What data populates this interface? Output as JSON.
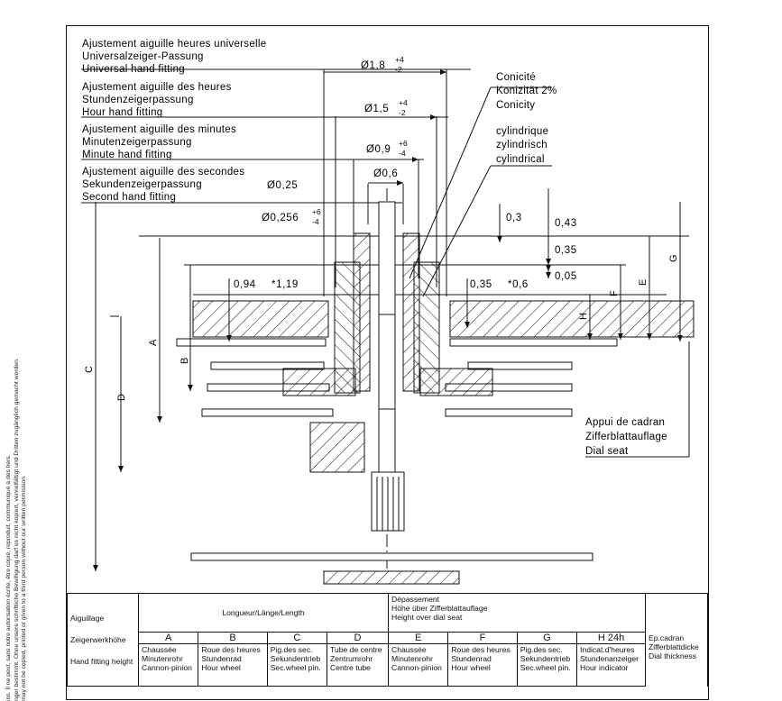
{
  "side_note": [
    "ins. Il ne peut, sans notre autorisation écrite, être copié, reproduit, communiqué à des tiers.",
    "nger bestimmt. Ohne unsere schriftliche Bewilligung darf es nicht kopiert, vervielfältigt und Dritten zugänglich gemacht werden.",
    "may not be copied, printed or given to a third person without our written permission."
  ],
  "fittings": [
    {
      "lines": [
        "Ajustement aiguille heures universelle",
        "Universalzeiger-Passung",
        "Universal hand fitting"
      ],
      "dim_prefix": "Ø1,8",
      "dim_sup": "+4",
      "dim_sub": "-2"
    },
    {
      "lines": [
        "Ajustement aiguille des heures",
        "Stundenzeigerpassung",
        "Hour hand fitting"
      ],
      "dim_prefix": "Ø1,5",
      "dim_sup": "+4",
      "dim_sub": "-2"
    },
    {
      "lines": [
        "Ajustement aiguille des minutes",
        "Minutenzeigerpassung",
        "Minute hand fitting"
      ],
      "dim_prefix": "Ø0,9",
      "dim_sup": "+6",
      "dim_sub": "-4"
    },
    {
      "lines": [
        "Ajustement aiguille des secondes",
        "Sekundenzeigerpassung",
        "Second hand fitting"
      ],
      "dim_prefix": "Ø0,6",
      "dim_sup": "",
      "dim_sub": ""
    }
  ],
  "dims": {
    "d025": "Ø0,25",
    "d0256": "Ø0,256",
    "d0256_sup": "+6",
    "d0256_sub": "-4",
    "v03": "0,3",
    "v043": "0,43",
    "v035": "0,35",
    "v005": "0,05",
    "left_a": "0,94",
    "left_b": "*1,19",
    "right_a": "0,35",
    "right_b": "*0,6"
  },
  "conicity": [
    "Conicité",
    "Konizität 2%",
    "Conicity"
  ],
  "cylindrical": [
    "cylindrique",
    "zylindrisch",
    "cylindrical"
  ],
  "dial_seat": [
    "Appui de cadran",
    "Zifferblattauflage",
    "Dial seat"
  ],
  "axis_letters": {
    "A": "A",
    "B": "B",
    "C": "C",
    "D": "D",
    "E": "E",
    "F": "F",
    "G": "G",
    "H": "H"
  },
  "table": {
    "aiguillage": [
      "Aiguillage",
      "Zeigerwerkhöhe",
      "Hand fitting height"
    ],
    "length_header": "Longueur/Länge/Length",
    "overhang_header": [
      "Dépassement",
      "Höhe über Zifferblattauflage",
      "Height over dial seat"
    ],
    "columns": [
      {
        "code": "A",
        "desc": [
          "Chaussée",
          "Minutenrohr",
          "Cannon-pinion"
        ]
      },
      {
        "code": "B",
        "desc": [
          "Roue des heures",
          "Stundenrad",
          "Hour wheel"
        ]
      },
      {
        "code": "C",
        "desc": [
          "Pig.des sec.",
          "Sekundentrieb",
          "Sec.wheel pin."
        ]
      },
      {
        "code": "D",
        "desc": [
          "Tube de centre",
          "Zentrumrohr",
          "Centre tube"
        ]
      },
      {
        "code": "E",
        "desc": [
          "Chaussée",
          "Minutenrohr",
          "Cannon-pinion"
        ]
      },
      {
        "code": "F",
        "desc": [
          "Roue des heures",
          "Stundenrad",
          "Hour wheel"
        ]
      },
      {
        "code": "G",
        "desc": [
          "Pig.des sec.",
          "Sekundentrieb",
          "Sec.wheel pin."
        ]
      },
      {
        "code": "H 24h",
        "desc": [
          "Indicat.d'heures",
          "Stundenanzeiger",
          "Hour indicator"
        ]
      }
    ],
    "dial_thickness": [
      "Ep.cadran",
      "Zifferblattdicke",
      "Dial thickness"
    ]
  }
}
